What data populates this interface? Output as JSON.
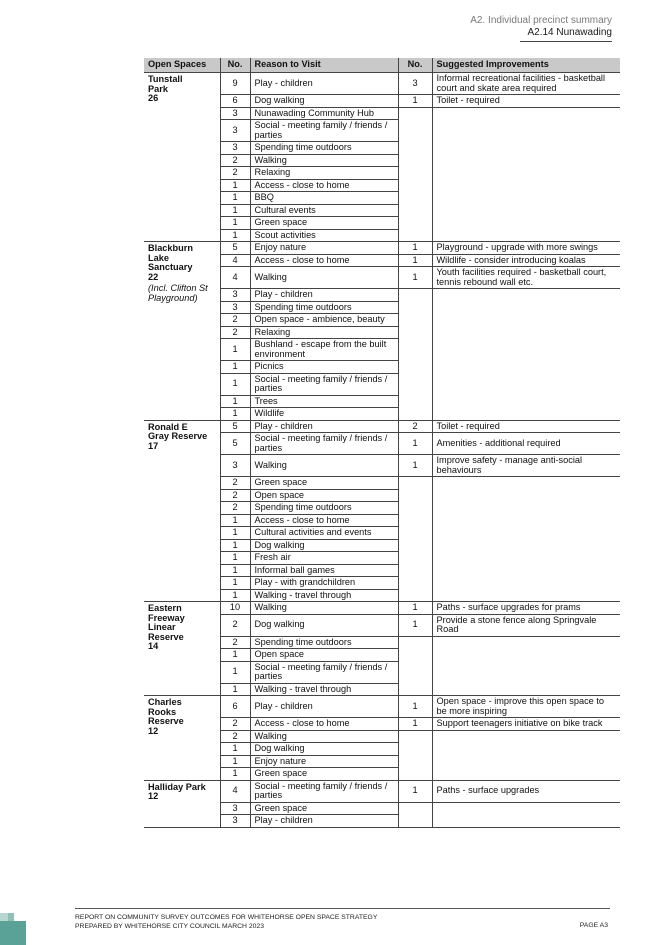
{
  "header": {
    "section": "A2. Individual precinct summary",
    "subsection": "A2.14 Nunawading"
  },
  "table": {
    "columns": [
      "Open Spaces",
      "No.",
      "Reason to Visit",
      "No.",
      "Suggested Improvements"
    ],
    "groups": [
      {
        "space": "Tunstall\nPark\n26",
        "note": "",
        "reasons": [
          {
            "n": "9",
            "t": "Play - children"
          },
          {
            "n": "6",
            "t": "Dog walking"
          },
          {
            "n": "3",
            "t": "Nunawading Community Hub"
          },
          {
            "n": "3",
            "t": "Social - meeting family / friends / parties"
          },
          {
            "n": "3",
            "t": "Spending time outdoors"
          },
          {
            "n": "2",
            "t": "Walking"
          },
          {
            "n": "2",
            "t": "Relaxing"
          },
          {
            "n": "1",
            "t": "Access - close to home"
          },
          {
            "n": "1",
            "t": "BBQ"
          },
          {
            "n": "1",
            "t": "Cultural events"
          },
          {
            "n": "1",
            "t": "Green space"
          },
          {
            "n": "1",
            "t": "Scout activities"
          }
        ],
        "improvements": [
          {
            "n": "3",
            "t": "Informal recreational facilities - basketball court and skate area required"
          },
          {
            "n": "1",
            "t": "Toilet - required"
          }
        ]
      },
      {
        "space": "Blackburn\nLake\nSanctuary\n22",
        "note": "(Incl. Clifton St\nPlayground)",
        "reasons": [
          {
            "n": "5",
            "t": "Enjoy nature"
          },
          {
            "n": "4",
            "t": "Access - close to home"
          },
          {
            "n": "4",
            "t": "Walking"
          },
          {
            "n": "3",
            "t": "Play - children"
          },
          {
            "n": "3",
            "t": "Spending time outdoors"
          },
          {
            "n": "2",
            "t": "Open space - ambience, beauty"
          },
          {
            "n": "2",
            "t": "Relaxing"
          },
          {
            "n": "1",
            "t": "Bushland - escape from the built environment"
          },
          {
            "n": "1",
            "t": "Picnics"
          },
          {
            "n": "1",
            "t": "Social - meeting family / friends / parties"
          },
          {
            "n": "1",
            "t": "Trees"
          },
          {
            "n": "1",
            "t": "Wildlife"
          }
        ],
        "improvements": [
          {
            "n": "1",
            "t": "Playground - upgrade with more swings"
          },
          {
            "n": "1",
            "t": "Wildlife - consider introducing koalas"
          },
          {
            "n": "1",
            "t": "Youth facilities required - basketball court, tennis rebound wall etc."
          }
        ]
      },
      {
        "space": "Ronald E\nGray Reserve\n17",
        "note": "",
        "reasons": [
          {
            "n": "5",
            "t": "Play - children"
          },
          {
            "n": "5",
            "t": "Social - meeting family / friends / parties"
          },
          {
            "n": "3",
            "t": "Walking"
          },
          {
            "n": "2",
            "t": "Green space"
          },
          {
            "n": "2",
            "t": "Open space"
          },
          {
            "n": "2",
            "t": "Spending time outdoors"
          },
          {
            "n": "1",
            "t": "Access - close to home"
          },
          {
            "n": "1",
            "t": "Cultural activities and events"
          },
          {
            "n": "1",
            "t": "Dog walking"
          },
          {
            "n": "1",
            "t": "Fresh air"
          },
          {
            "n": "1",
            "t": "Informal ball games"
          },
          {
            "n": "1",
            "t": "Play - with grandchildren"
          },
          {
            "n": "1",
            "t": "Walking - travel through"
          }
        ],
        "improvements": [
          {
            "n": "2",
            "t": "Toilet - required"
          },
          {
            "n": "1",
            "t": "Amenities - additional required"
          },
          {
            "n": "1",
            "t": "Improve safety - manage anti-social behaviours"
          }
        ]
      },
      {
        "space": "Eastern\nFreeway\nLinear\nReserve\n14",
        "note": "",
        "reasons": [
          {
            "n": "10",
            "t": "Walking"
          },
          {
            "n": "2",
            "t": "Dog walking"
          },
          {
            "n": "2",
            "t": "Spending time outdoors"
          },
          {
            "n": "1",
            "t": "Open space"
          },
          {
            "n": "1",
            "t": "Social - meeting family / friends / parties"
          },
          {
            "n": "1",
            "t": "Walking - travel through"
          }
        ],
        "improvements": [
          {
            "n": "1",
            "t": "Paths - surface upgrades for prams"
          },
          {
            "n": "1",
            "t": "Provide a stone fence along Springvale Road"
          }
        ]
      },
      {
        "space": "Charles\nRooks\nReserve\n12",
        "note": "",
        "reasons": [
          {
            "n": "6",
            "t": "Play - children"
          },
          {
            "n": "2",
            "t": "Access - close to home"
          },
          {
            "n": "2",
            "t": "Walking"
          },
          {
            "n": "1",
            "t": "Dog walking"
          },
          {
            "n": "1",
            "t": "Enjoy nature"
          },
          {
            "n": "1",
            "t": "Green space"
          }
        ],
        "improvements": [
          {
            "n": "1",
            "t": "Open space - improve this open space to be more inspiring"
          },
          {
            "n": "1",
            "t": "Support teenagers initiative on bike track"
          }
        ]
      },
      {
        "space": "Halliday Park\n12",
        "note": "",
        "reasons": [
          {
            "n": "4",
            "t": "Social - meeting family / friends / parties"
          },
          {
            "n": "3",
            "t": "Green space"
          },
          {
            "n": "3",
            "t": "Play - children"
          }
        ],
        "improvements": [
          {
            "n": "1",
            "t": "Paths - surface upgrades"
          }
        ]
      }
    ]
  },
  "footer": {
    "line1": "REPORT ON COMMUNITY SURVEY OUTCOMES FOR WHITEHORSE OPEN SPACE STRATEGY",
    "line2": "PREPARED BY WHITEHORSE CITY COUNCIL MARCH 2023",
    "page": "PAGE A3"
  }
}
